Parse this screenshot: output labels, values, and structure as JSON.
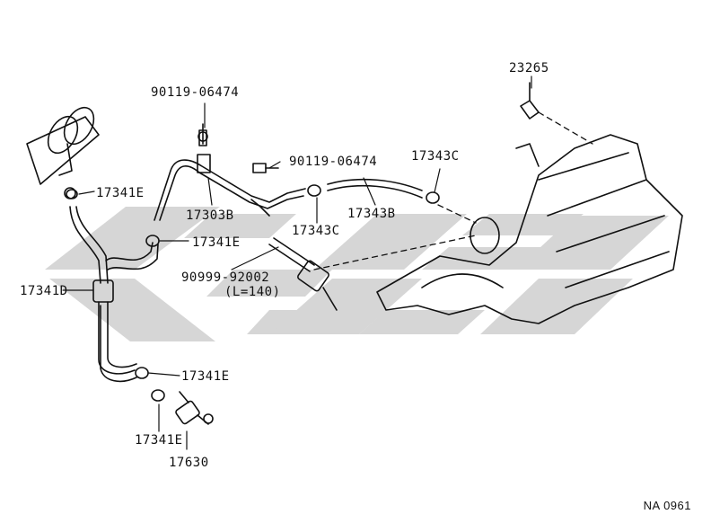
{
  "labels": {
    "p23265": "23265",
    "p90119_a": "90119-06474",
    "p90119_b": "90119-06474",
    "p17343c_a": "17343C",
    "p17341e_a": "17341E",
    "p17303b": "17303B",
    "p17343b": "17343B",
    "p17343c_b": "17343C",
    "p17341e_b": "17341E",
    "p90999": "90999-92002",
    "p90999_len": "(L=140)",
    "p17341d": "17341D",
    "p17341e_c": "17341E",
    "p17341e_d": "17341E",
    "p17630": "17630"
  },
  "diagram_code": "NA 0961",
  "colors": {
    "ink": "#111111",
    "watermark": "#c8c8c8"
  }
}
